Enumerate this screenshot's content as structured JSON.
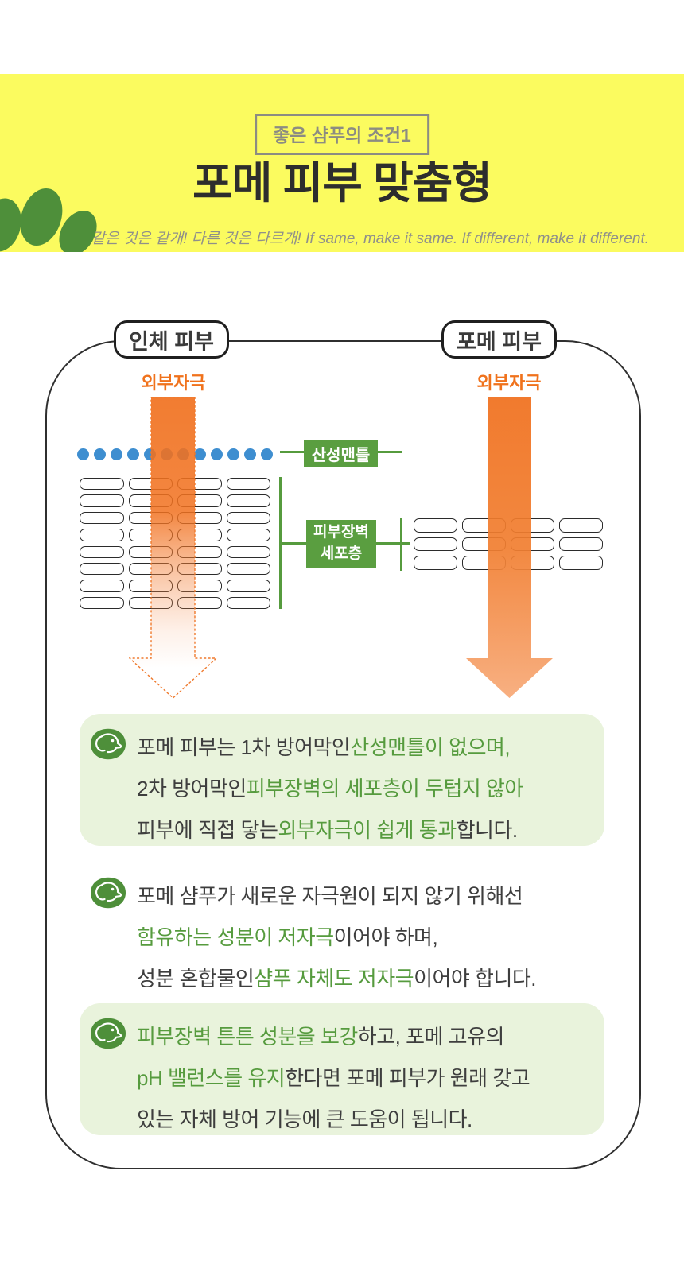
{
  "header": {
    "badge_label": "좋은 샴푸의 조건1",
    "title": "포메 피부 맞춤형",
    "subtitle": "같은 것은 같개! 다른 것은 다르개! If same, make it same. If different, make it different."
  },
  "diagram": {
    "human_label": "인체 피부",
    "pome_label": "포메 피부",
    "stimulus_left": "외부자극",
    "stimulus_right": "외부자극",
    "acid_mantle_label": "산성맨틀",
    "barrier_label_line1": "피부장벽",
    "barrier_label_line2": "세포층",
    "acid_mantle_dot_count": 12,
    "human_barrier_grid": {
      "columns": 4,
      "rows": 8
    },
    "pome_barrier_grid": {
      "columns": 4,
      "rows": 3
    }
  },
  "notes": [
    {
      "background": true,
      "lines": [
        [
          {
            "text": "포메 피부는 1차 방어막인 ",
            "color": "dark"
          },
          {
            "text": "산성맨틀이 없으며,",
            "color": "green"
          }
        ],
        [
          {
            "text": "2차 방어막인 ",
            "color": "dark"
          },
          {
            "text": " 피부장벽의 세포층이 두텁지 않아",
            "color": "green"
          }
        ],
        [
          {
            "text": "피부에 직접 닿는 ",
            "color": "dark"
          },
          {
            "text": "외부자극이 쉽게 통과",
            "color": "green"
          },
          {
            "text": "합니다.",
            "color": "dark"
          }
        ]
      ]
    },
    {
      "background": false,
      "lines": [
        [
          {
            "text": "포메 샴푸가 새로운 자극원이 되지 않기 위해선",
            "color": "dark"
          }
        ],
        [
          {
            "text": "함유하는 성분이 저자극",
            "color": "green"
          },
          {
            "text": "이어야 하며,",
            "color": "dark"
          }
        ],
        [
          {
            "text": "성분 혼합물인 ",
            "color": "dark"
          },
          {
            "text": "샴푸 자체도 저자극",
            "color": "green"
          },
          {
            "text": "이어야 합니다.",
            "color": "dark"
          }
        ]
      ]
    },
    {
      "background": true,
      "lines": [
        [
          {
            "text": "피부장벽 튼튼 성분을 보강",
            "color": "green"
          },
          {
            "text": "하고, 포메 고유의",
            "color": "dark"
          }
        ],
        [
          {
            "text": "pH 밸런스를 유지",
            "color": "green"
          },
          {
            "text": "한다면 포메 피부가 원래 갖고",
            "color": "dark"
          }
        ],
        [
          {
            "text": "있는 자체 방어 기능에 큰 도움이 됩니다.",
            "color": "dark"
          }
        ]
      ]
    }
  ],
  "colors": {
    "band_yellow": "#fbfb5f",
    "paw_green": "#4e8f3a",
    "accent_green": "#569b3e",
    "label_green_bg": "#5a9e40",
    "accent_orange": "#f0721c",
    "dot_blue": "#3e8ed0",
    "note_bg_green": "#e9f3dc",
    "text_dark": "#3e3e3e",
    "badge_gray": "#8c8c82"
  }
}
